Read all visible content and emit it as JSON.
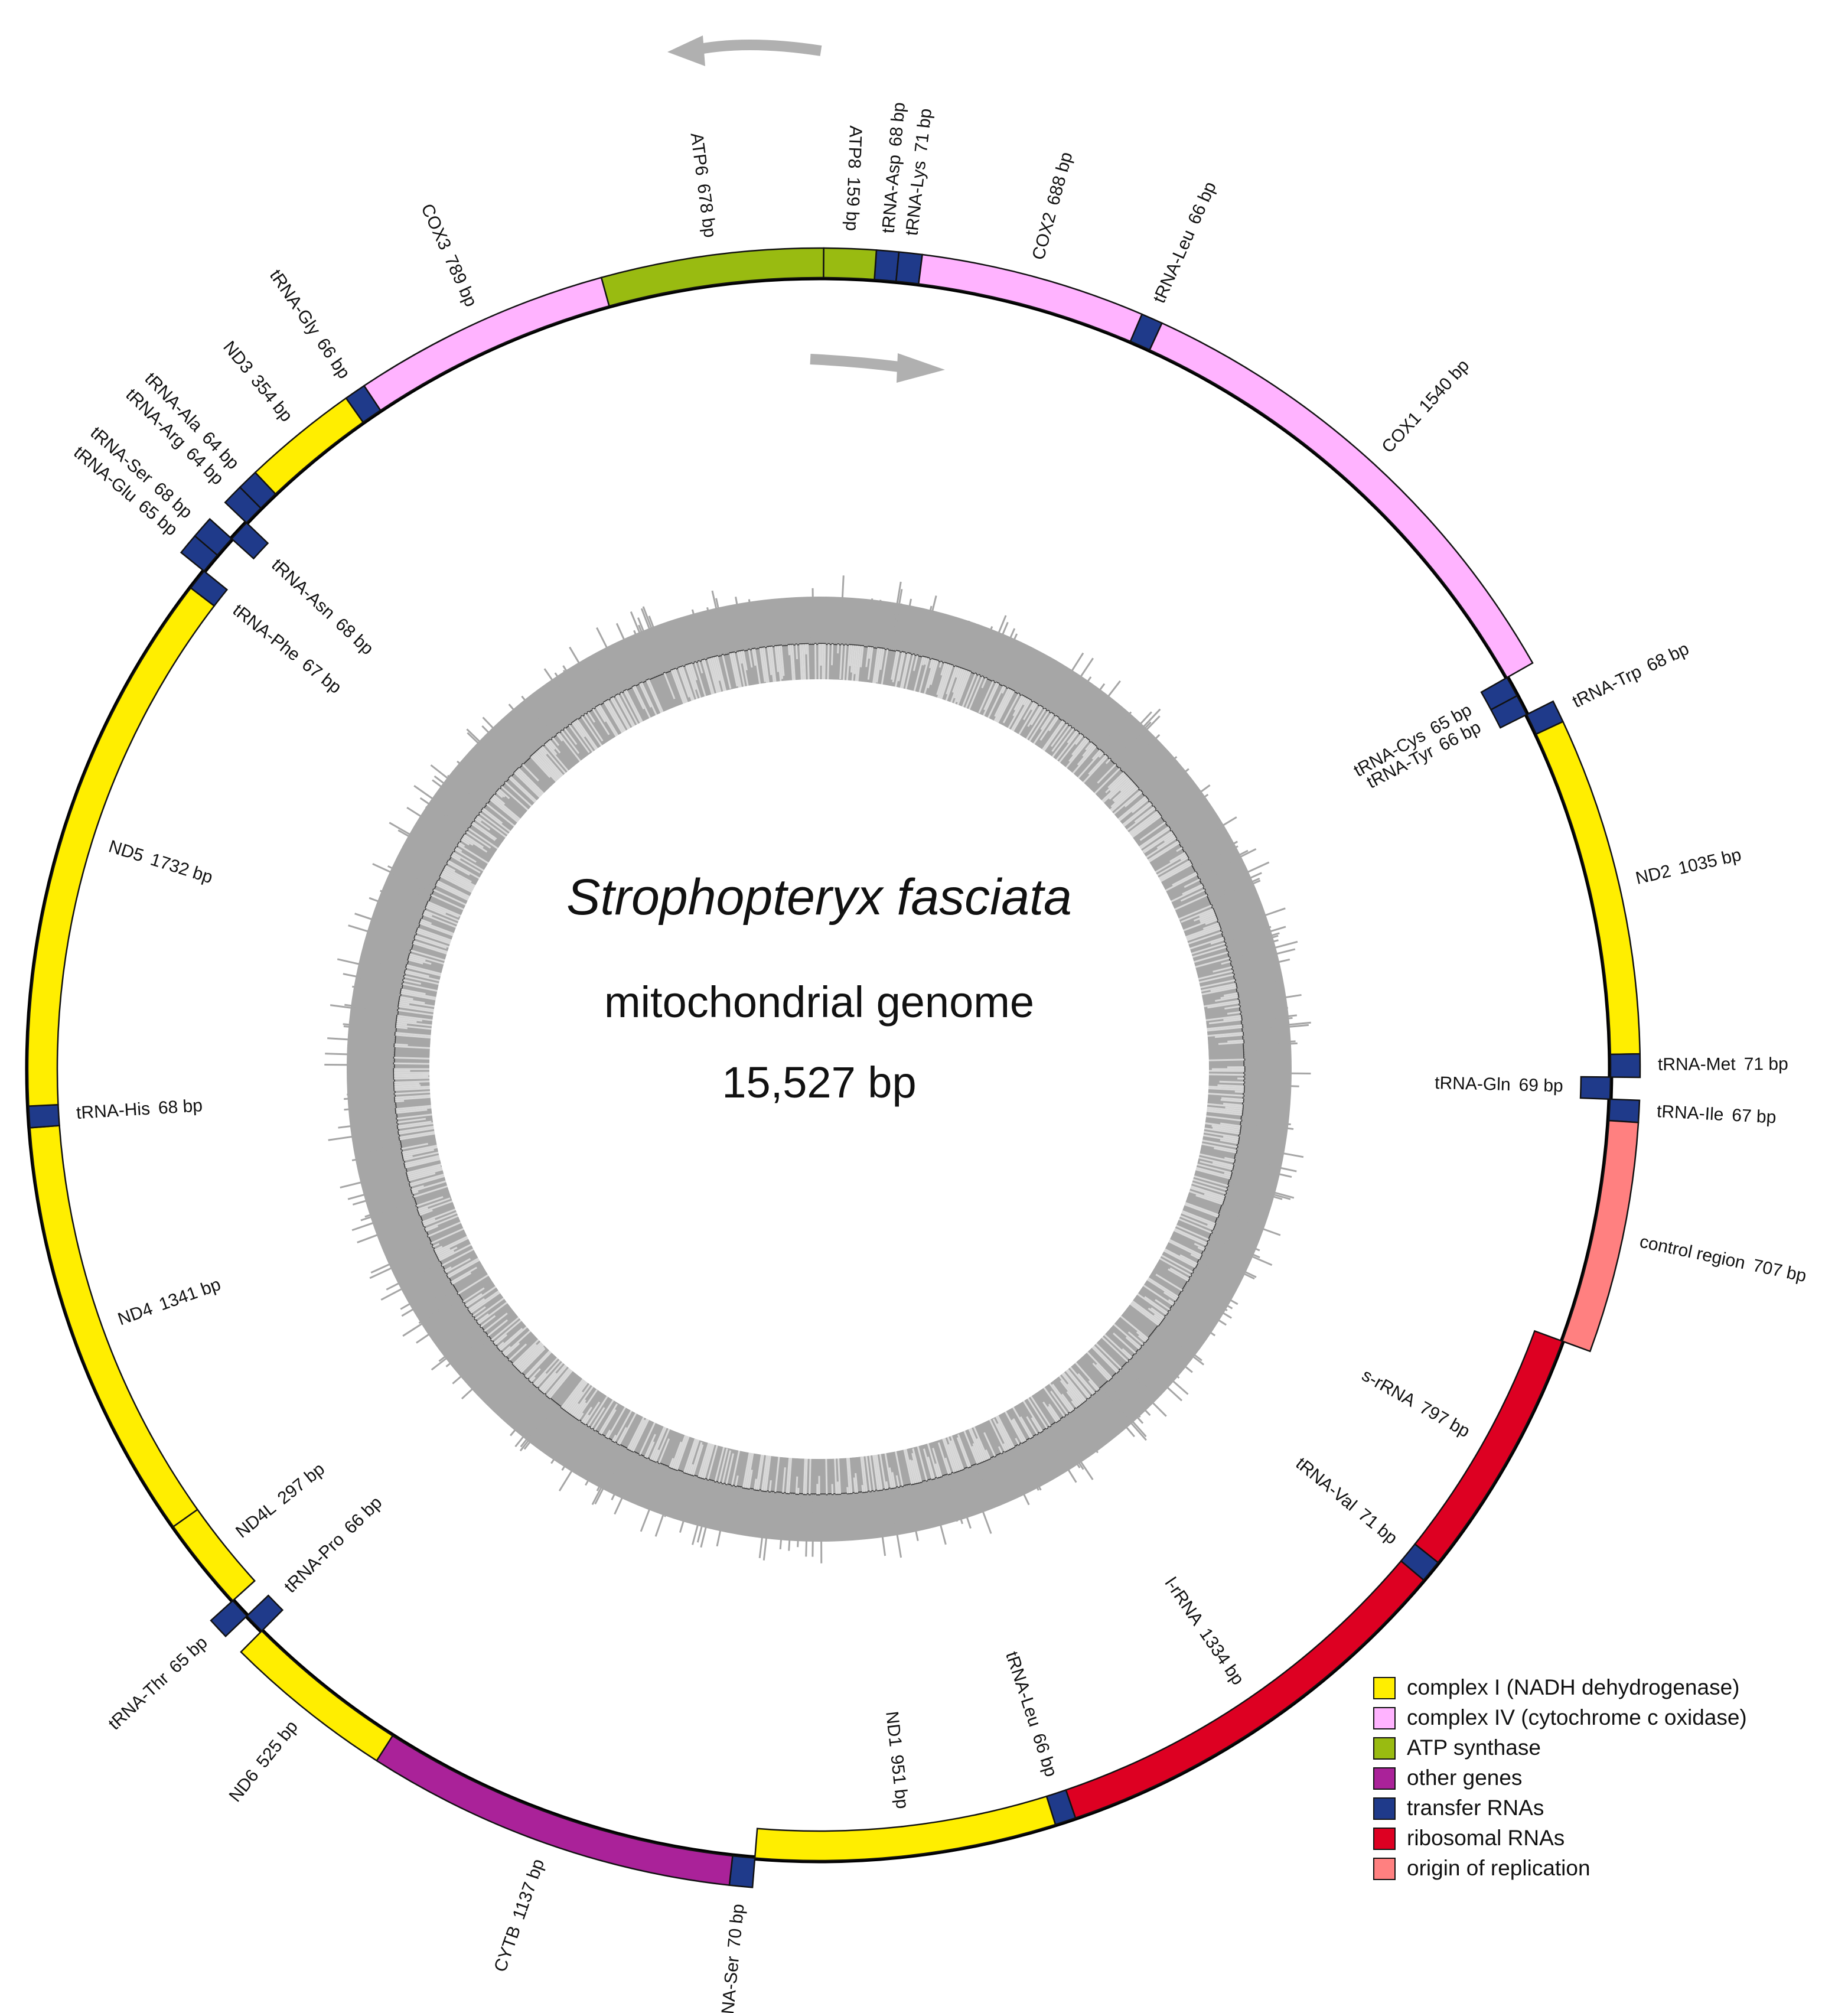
{
  "title": {
    "species": "Strophopteryx fasciata",
    "subtitle": "mitochondrial genome",
    "size": "15,527 bp"
  },
  "genome": {
    "length": 15527,
    "origin_label": "COX1"
  },
  "colors": {
    "complex_I": "#ffee00",
    "complex_IV": "#ffb3ff",
    "atp": "#99bb11",
    "other": "#aa2299",
    "trna": "#1f3a8a",
    "rrna": "#dd0022",
    "origin": "#ff8080",
    "gc_dark": "#a6a6a6",
    "gc_light": "#d9d9d9",
    "arrow": "#b0b0b0"
  },
  "legend": [
    {
      "key": "complex_I",
      "label": "complex I (NADH dehydrogenase)"
    },
    {
      "key": "complex_IV",
      "label": "complex IV (cytochrome c oxidase)"
    },
    {
      "key": "atp",
      "label": "ATP synthase"
    },
    {
      "key": "other",
      "label": "other genes"
    },
    {
      "key": "trna",
      "label": "transfer RNAs"
    },
    {
      "key": "rrna",
      "label": "ribosomal RNAs"
    },
    {
      "key": "origin",
      "label": "origin of replication"
    }
  ],
  "features": [
    {
      "name": "tRNA-Asp",
      "length": "68 bp",
      "type": "trna",
      "strand": "+"
    },
    {
      "name": "tRNA-Lys",
      "length": "71 bp",
      "type": "trna",
      "strand": "+"
    },
    {
      "name": "COX2",
      "length": "688 bp",
      "type": "complex_IV",
      "strand": "+"
    },
    {
      "name": "tRNA-Leu",
      "length": "66 bp",
      "type": "trna",
      "strand": "+"
    },
    {
      "name": "COX1",
      "length": "1540 bp",
      "type": "complex_IV",
      "strand": "+"
    },
    {
      "name": "tRNA-Cys",
      "length": "65 bp",
      "type": "trna",
      "strand": "-"
    },
    {
      "name": "tRNA-Tyr",
      "length": "66 bp",
      "type": "trna",
      "strand": "-"
    },
    {
      "name": "tRNA-Trp",
      "length": "68 bp",
      "type": "trna",
      "strand": "+"
    },
    {
      "name": "ND2",
      "length": "1035 bp",
      "type": "complex_I",
      "strand": "+"
    },
    {
      "name": "tRNA-Met",
      "length": "71 bp",
      "type": "trna",
      "strand": "+"
    },
    {
      "name": "tRNA-Gln",
      "length": "69 bp",
      "type": "trna",
      "strand": "-"
    },
    {
      "name": "tRNA-Ile",
      "length": "67 bp",
      "type": "trna",
      "strand": "+"
    },
    {
      "name": "control region",
      "length": "707 bp",
      "type": "origin",
      "strand": "+"
    },
    {
      "name": "s-rRNA",
      "length": "797 bp",
      "type": "rrna",
      "strand": "-"
    },
    {
      "name": "tRNA-Val",
      "length": "71 bp",
      "type": "trna",
      "strand": "-"
    },
    {
      "name": "l-rRNA",
      "length": "1334 bp",
      "type": "rrna",
      "strand": "-"
    },
    {
      "name": "tRNA-Leu",
      "length": "66 bp",
      "type": "trna",
      "strand": "-"
    },
    {
      "name": "ND1",
      "length": "951 bp",
      "type": "complex_I",
      "strand": "-"
    },
    {
      "name": "tRNA-Ser",
      "length": "70 bp",
      "type": "trna",
      "strand": "+"
    },
    {
      "name": "CYTB",
      "length": "1137 bp",
      "type": "other",
      "strand": "+"
    },
    {
      "name": "ND6",
      "length": "525 bp",
      "type": "complex_I",
      "strand": "+"
    },
    {
      "name": "tRNA-Pro",
      "length": "66 bp",
      "type": "trna",
      "strand": "-"
    },
    {
      "name": "tRNA-Thr",
      "length": "65 bp",
      "type": "trna",
      "strand": "+"
    },
    {
      "name": "ND4L",
      "length": "297 bp",
      "type": "complex_I",
      "strand": "-"
    },
    {
      "name": "ND4",
      "length": "1341 bp",
      "type": "complex_I",
      "strand": "-"
    },
    {
      "name": "tRNA-His",
      "length": "68 bp",
      "type": "trna",
      "strand": "-"
    },
    {
      "name": "ND5",
      "length": "1732 bp",
      "type": "complex_I",
      "strand": "-"
    },
    {
      "name": "tRNA-Phe",
      "length": "67 bp",
      "type": "trna",
      "strand": "-"
    },
    {
      "name": "tRNA-Glu",
      "length": "65 bp",
      "type": "trna",
      "strand": "+"
    },
    {
      "name": "tRNA-Ser",
      "length": "68 bp",
      "type": "trna",
      "strand": "+"
    },
    {
      "name": "tRNA-Asn",
      "length": "68 bp",
      "type": "trna",
      "strand": "-"
    },
    {
      "name": "tRNA-Arg",
      "length": "64 bp",
      "type": "trna",
      "strand": "+"
    },
    {
      "name": "tRNA-Ala",
      "length": "64 bp",
      "type": "trna",
      "strand": "+"
    },
    {
      "name": "ND3",
      "length": "354 bp",
      "type": "complex_I",
      "strand": "+"
    },
    {
      "name": "tRNA-Gly",
      "length": "66 bp",
      "type": "trna",
      "strand": "+"
    },
    {
      "name": "COX3",
      "length": "789 bp",
      "type": "complex_IV",
      "strand": "+"
    },
    {
      "name": "ATP6",
      "length": "678 bp",
      "type": "atp",
      "strand": "+"
    },
    {
      "name": "ATP8",
      "length": "159 bp",
      "type": "atp",
      "strand": "+"
    }
  ]
}
